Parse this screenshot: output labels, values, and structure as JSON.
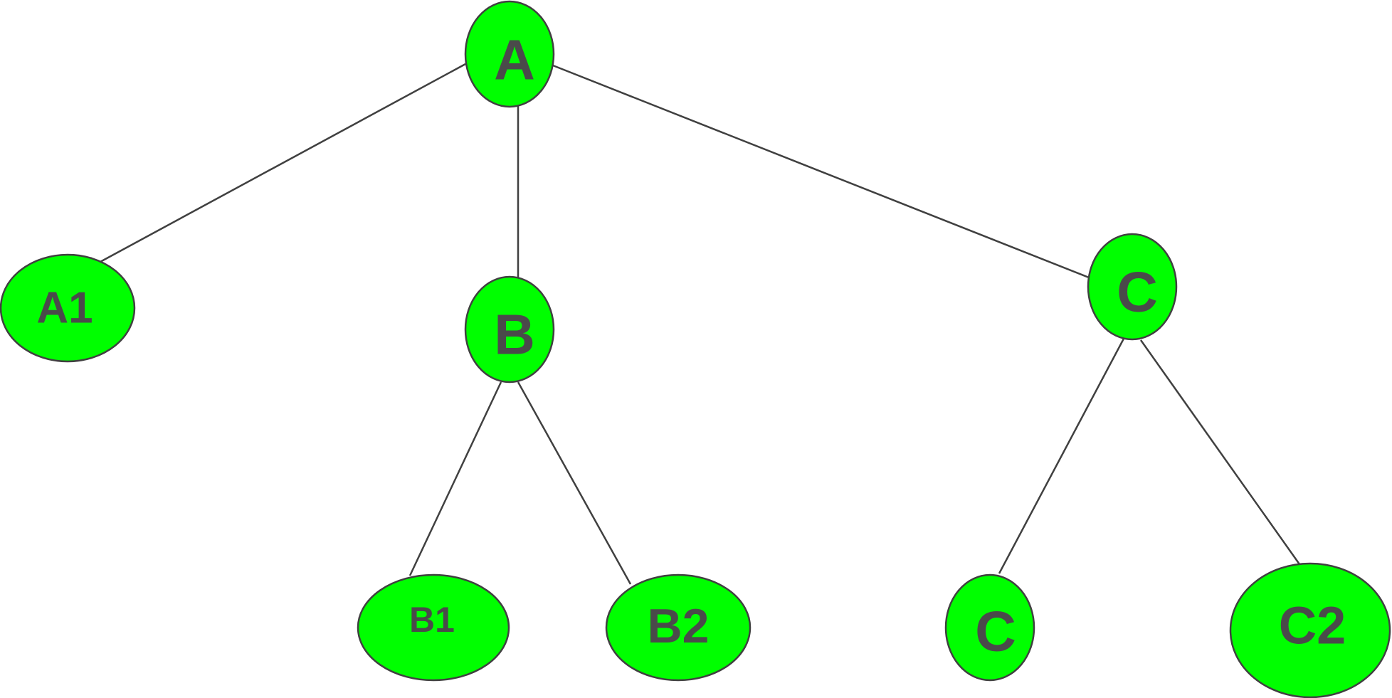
{
  "colors": {
    "node_fill": "#00ff00",
    "node_stroke": "#404040",
    "edge": "#404040",
    "label": "#4a4a4a",
    "background": "#ffffff"
  },
  "nodes": {
    "a": {
      "label": "A"
    },
    "a1": {
      "label": "A1"
    },
    "b": {
      "label": "B"
    },
    "c": {
      "label": "C"
    },
    "b1": {
      "label": "B1"
    },
    "b2": {
      "label": "B2"
    },
    "c1": {
      "label": "C"
    },
    "c2": {
      "label": "C2"
    }
  },
  "edges": [
    {
      "from": "A",
      "to": "A1"
    },
    {
      "from": "A",
      "to": "B"
    },
    {
      "from": "A",
      "to": "C"
    },
    {
      "from": "B",
      "to": "B1"
    },
    {
      "from": "B",
      "to": "B2"
    },
    {
      "from": "C",
      "to": "C"
    },
    {
      "from": "C",
      "to": "C2"
    }
  ]
}
